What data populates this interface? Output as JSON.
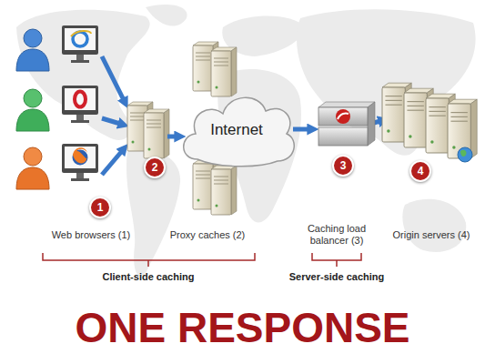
{
  "diagram": {
    "caption": "ONE RESPONSE",
    "nodes": [
      {
        "text": [
          "Internet"
        ]
      }
    ],
    "labels": [
      "1",
      "2",
      "3",
      "4",
      "Web browsers (1)",
      "Proxy caches (2)",
      "Caching load balancer (3)",
      "Origin servers (4)",
      "Client-side caching",
      "Server-side caching"
    ]
  }
}
